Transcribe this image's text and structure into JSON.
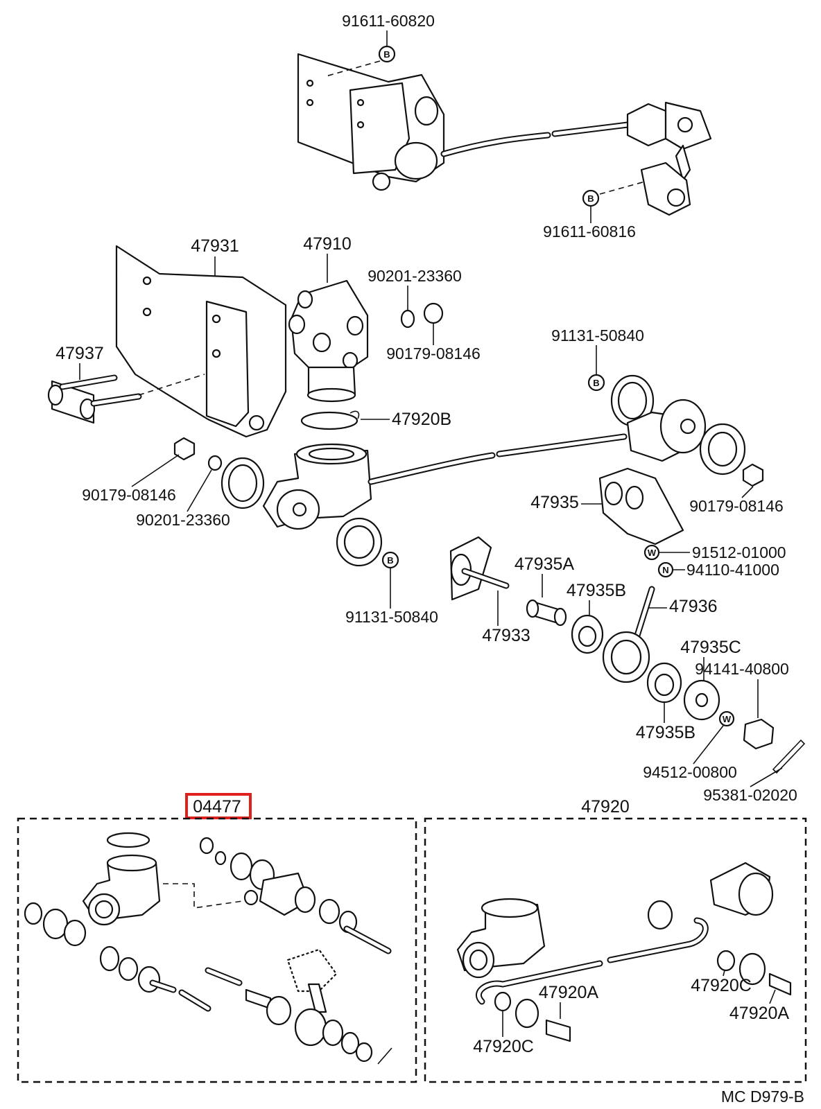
{
  "diagram_code": "MC D979-B",
  "symbols": {
    "b": "B",
    "w": "W",
    "n": "N"
  },
  "labels": {
    "p91611_60820": "91611-60820",
    "p91611_60816": "91611-60816",
    "p47931": "47931",
    "p47910": "47910",
    "p90201_23360_a": "90201-23360",
    "p90179_08146_a": "90179-08146",
    "p47937": "47937",
    "p47920B": "47920B",
    "p90179_08146_b": "90179-08146",
    "p90201_23360_b": "90201-23360",
    "p91131_50840_a": "91131-50840",
    "p90179_08146_c": "90179-08146",
    "p47935": "47935",
    "p91512_01000": "91512-01000",
    "p94110_41000": "94110-41000",
    "p47935A": "47935A",
    "p47935B_a": "47935B",
    "p47936": "47936",
    "p91131_50840_b": "91131-50840",
    "p47933": "47933",
    "p47935C": "47935C",
    "p94141_40800": "94141-40800",
    "p47935B_b": "47935B",
    "p94512_00800": "94512-00800",
    "p95381_02020": "95381-02020",
    "p04477": "04477",
    "p47920": "47920",
    "p47920A_a": "47920A",
    "p47920C_a": "47920C",
    "p47920C_b": "47920C",
    "p47920A_b": "47920A"
  },
  "highlight_color": "#e0201c"
}
